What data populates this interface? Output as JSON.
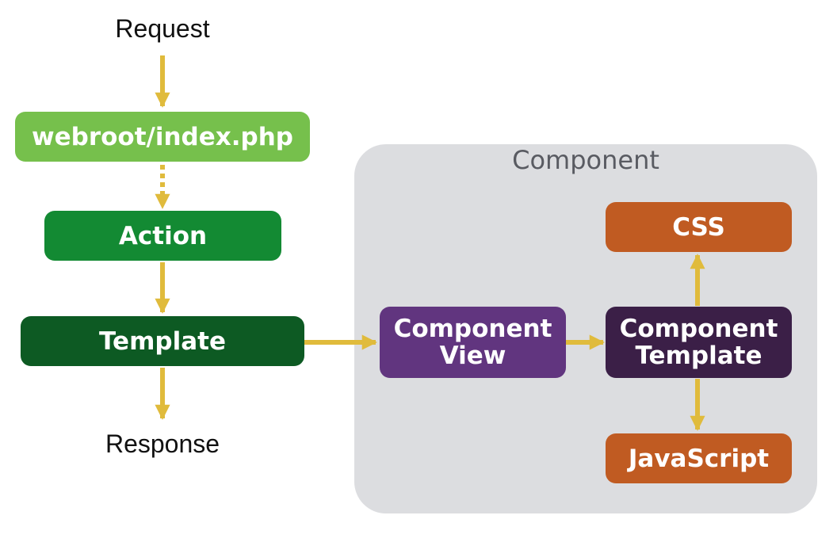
{
  "labels": {
    "request": "Request",
    "response": "Response",
    "component": "Component"
  },
  "nodes": {
    "webroot": "webroot/index.php",
    "action": "Action",
    "template": "Template",
    "component_view": [
      "Component",
      "View"
    ],
    "component_template": [
      "Component",
      "Template"
    ],
    "css": "CSS",
    "javascript": "JavaScript"
  },
  "colors": {
    "webroot": "#76c04c",
    "action": "#138a33",
    "template": "#0d5a23",
    "component_view": "#61357f",
    "component_template": "#3b1f47",
    "css": "#c05b22",
    "javascript": "#c05b22",
    "arrow": "#e0bb3c",
    "panel": "#dcdde0"
  }
}
